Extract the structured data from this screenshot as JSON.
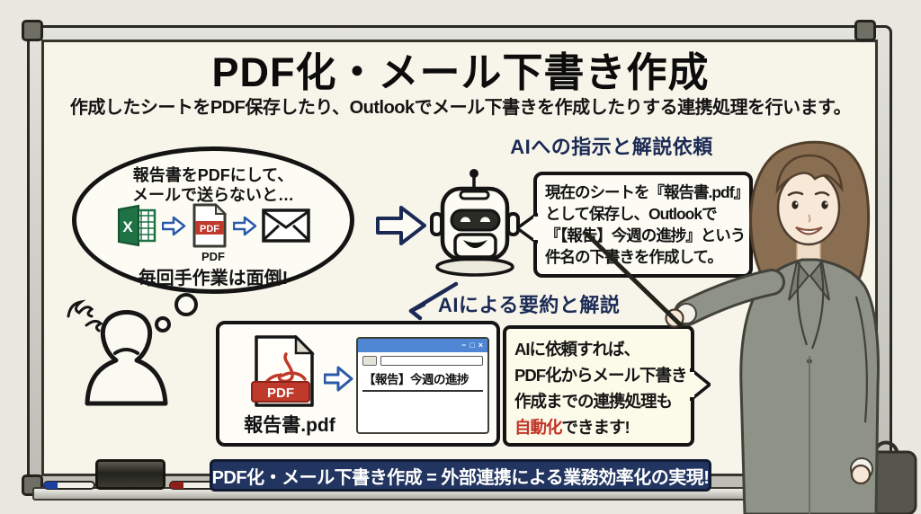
{
  "page": {
    "title": "PDF化・メール下書き作成",
    "subtitle": "作成したシートをPDF保存したり、Outlookでメール下書きを作成したりする連携処理を行います。"
  },
  "thought_bubble": {
    "line1": "報告書をPDFにして、",
    "line2": "メールで送らないと…",
    "excel_letter": "X",
    "pdf_badge": "PDF",
    "pdf_caption": "PDF",
    "complaint": "毎回手作業は面倒!"
  },
  "ai_request": {
    "label": "AIへの指示と解説依頼",
    "lines": [
      "現在のシートを『報告書.pdf』",
      "として保存し、Outlookで",
      "『【報告】今週の進捗』という",
      "件名の下書きを作成して。"
    ]
  },
  "ai_result": {
    "label": "AIによる要約と解説",
    "pdf_file_name": "報告書.pdf",
    "pdf_badge": "PDF",
    "window": {
      "minimize": "−",
      "maximize": "□",
      "close": "×",
      "subject": "【報告】今週の進捗"
    }
  },
  "benefit": {
    "line1": "AIに依頼すれば、",
    "line2": "PDF化からメール下書き",
    "line3": "作成までの連携処理も",
    "highlight": "自動化",
    "tail": "できます!"
  },
  "footer_banner": {
    "text": "PDF化・メール下書き作成 = 外部連携による業務効率化の実現!"
  },
  "colors": {
    "accent_navy": "#1b2a55",
    "arrow_blue": "#2a5aa8",
    "pdf_red": "#bf3a2b",
    "excel_green": "#1f7244",
    "window_titlebar_blue": "#4e86d4",
    "banner_navy": "#223560",
    "highlight_red": "#c03527",
    "board_surface": "#f7f5ea"
  }
}
